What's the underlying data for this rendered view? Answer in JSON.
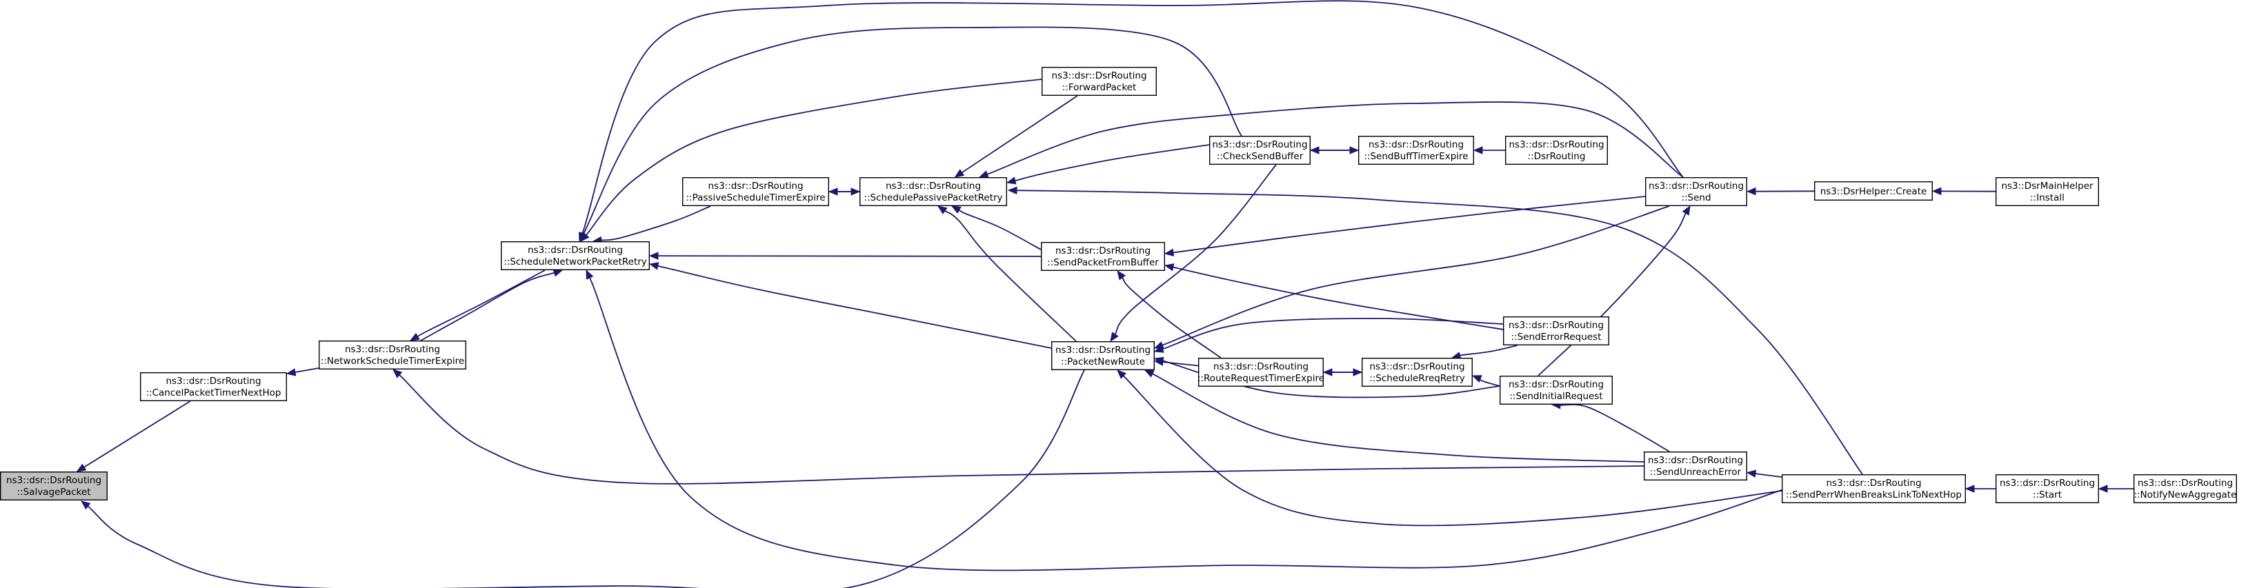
{
  "diagram": {
    "nodes": [
      {
        "id": "salvage",
        "line1": "ns3::dsr::DsrRouting",
        "line2": "::SalvagePacket",
        "root": true
      },
      {
        "id": "cancel",
        "line1": "ns3::dsr::DsrRouting",
        "line2": "::CancelPacketTimerNextHop"
      },
      {
        "id": "netexpire",
        "line1": "ns3::dsr::DsrRouting",
        "line2": "::NetworkScheduleTimerExpire"
      },
      {
        "id": "schednet",
        "line1": "ns3::dsr::DsrRouting",
        "line2": "::ScheduleNetworkPacketRetry"
      },
      {
        "id": "passexpire",
        "line1": "ns3::dsr::DsrRouting",
        "line2": "::PassiveScheduleTimerExpire"
      },
      {
        "id": "schedpass",
        "line1": "ns3::dsr::DsrRouting",
        "line2": "::SchedulePassivePacketRetry"
      },
      {
        "id": "forward",
        "line1": "ns3::dsr::DsrRouting",
        "line2": "::ForwardPacket"
      },
      {
        "id": "sendfrombuf",
        "line1": "ns3::dsr::DsrRouting",
        "line2": "::SendPacketFromBuffer"
      },
      {
        "id": "newroute",
        "line1": "ns3::dsr::DsrRouting",
        "line2": "::PacketNewRoute"
      },
      {
        "id": "checksend",
        "line1": "ns3::dsr::DsrRouting",
        "line2": "::CheckSendBuffer"
      },
      {
        "id": "rreqexpire",
        "line1": "ns3::dsr::DsrRouting",
        "line2": "::RouteRequestTimerExpire"
      },
      {
        "id": "sendbufexpire",
        "line1": "ns3::dsr::DsrRouting",
        "line2": "::SendBuffTimerExpire"
      },
      {
        "id": "schedreq",
        "line1": "ns3::dsr::DsrRouting",
        "line2": "::ScheduleRreqRetry"
      },
      {
        "id": "ctor",
        "line1": "ns3::dsr::DsrRouting",
        "line2": "::DsrRouting"
      },
      {
        "id": "senderr",
        "line1": "ns3::dsr::DsrRouting",
        "line2": "::SendErrorRequest"
      },
      {
        "id": "sendinit",
        "line1": "ns3::dsr::DsrRouting",
        "line2": "::SendInitialRequest"
      },
      {
        "id": "send",
        "line1": "ns3::dsr::DsrRouting",
        "line2": "::Send"
      },
      {
        "id": "unreach",
        "line1": "ns3::dsr::DsrRouting",
        "line2": "::SendUnreachError"
      },
      {
        "id": "perr",
        "line1": "ns3::dsr::DsrRouting",
        "line2": "::SendPerrWhenBreaksLinkToNextHop"
      },
      {
        "id": "helpercreate",
        "line1": "ns3::DsrHelper::Create",
        "line2": ""
      },
      {
        "id": "mainhelper",
        "line1": "ns3::DsrMainHelper",
        "line2": "::Install"
      },
      {
        "id": "start",
        "line1": "ns3::dsr::DsrRouting",
        "line2": "::Start"
      },
      {
        "id": "notify",
        "line1": "ns3::dsr::DsrRouting",
        "line2": "::NotifyNewAggregate"
      }
    ],
    "edges": [
      {
        "from": "cancel",
        "to": "salvage"
      },
      {
        "from": "newroute",
        "to": "salvage"
      },
      {
        "from": "netexpire",
        "to": "cancel"
      },
      {
        "from": "schednet",
        "to": "netexpire"
      },
      {
        "from": "netexpire",
        "to": "schednet"
      },
      {
        "from": "unreach",
        "to": "netexpire"
      },
      {
        "from": "passexpire",
        "to": "schednet"
      },
      {
        "from": "forward",
        "to": "schednet"
      },
      {
        "from": "checksend",
        "to": "schednet"
      },
      {
        "from": "send",
        "to": "schednet"
      },
      {
        "from": "sendfrombuf",
        "to": "schednet"
      },
      {
        "from": "newroute",
        "to": "schednet"
      },
      {
        "from": "perr",
        "to": "schednet"
      },
      {
        "from": "schedpass",
        "to": "passexpire"
      },
      {
        "from": "passexpire",
        "to": "schedpass"
      },
      {
        "from": "forward",
        "to": "schedpass"
      },
      {
        "from": "checksend",
        "to": "schedpass"
      },
      {
        "from": "send",
        "to": "schedpass"
      },
      {
        "from": "sendfrombuf",
        "to": "schedpass"
      },
      {
        "from": "newroute",
        "to": "schedpass"
      },
      {
        "from": "perr",
        "to": "schedpass"
      },
      {
        "from": "send",
        "to": "sendfrombuf"
      },
      {
        "from": "senderr",
        "to": "sendfrombuf"
      },
      {
        "from": "rreqexpire",
        "to": "sendfrombuf"
      },
      {
        "from": "checksend",
        "to": "newroute"
      },
      {
        "from": "send",
        "to": "newroute"
      },
      {
        "from": "senderr",
        "to": "newroute"
      },
      {
        "from": "rreqexpire",
        "to": "newroute"
      },
      {
        "from": "sendinit",
        "to": "newroute"
      },
      {
        "from": "unreach",
        "to": "newroute"
      },
      {
        "from": "perr",
        "to": "newroute"
      },
      {
        "from": "sendbufexpire",
        "to": "checksend"
      },
      {
        "from": "checksend",
        "to": "sendbufexpire"
      },
      {
        "from": "ctor",
        "to": "sendbufexpire"
      },
      {
        "from": "schedreq",
        "to": "rreqexpire"
      },
      {
        "from": "rreqexpire",
        "to": "schedreq"
      },
      {
        "from": "senderr",
        "to": "schedreq"
      },
      {
        "from": "sendinit",
        "to": "schedreq"
      },
      {
        "from": "sendinit",
        "to": "send"
      },
      {
        "from": "unreach",
        "to": "sendinit"
      },
      {
        "from": "helpercreate",
        "to": "send"
      },
      {
        "from": "mainhelper",
        "to": "helpercreate"
      },
      {
        "from": "perr",
        "to": "unreach"
      },
      {
        "from": "start",
        "to": "perr"
      },
      {
        "from": "notify",
        "to": "start"
      }
    ]
  }
}
